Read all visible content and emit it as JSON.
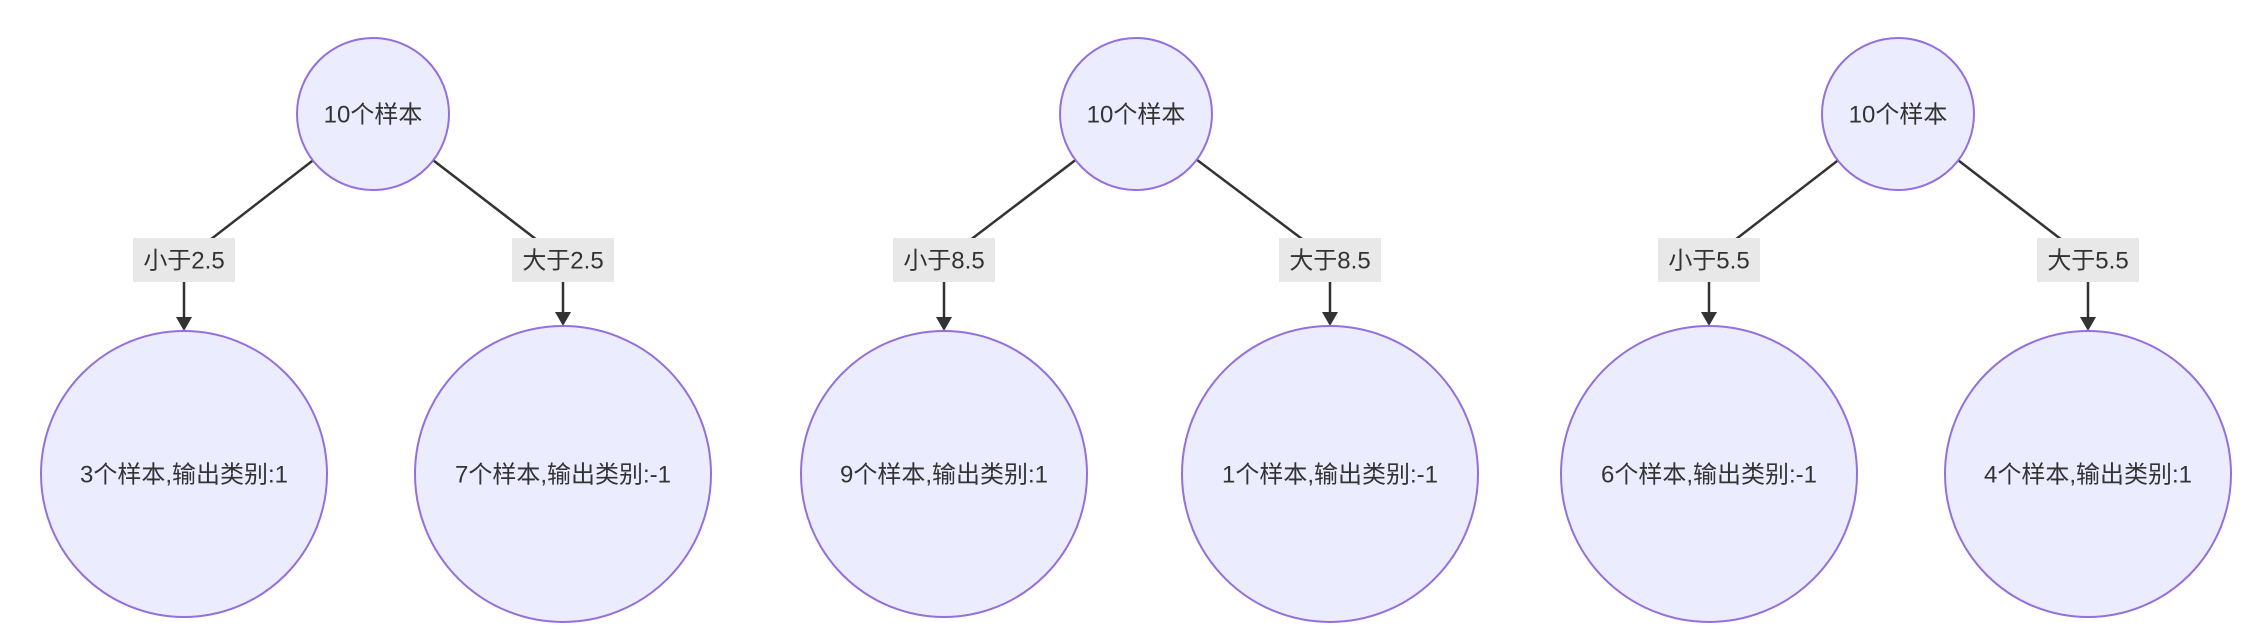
{
  "diagram": {
    "type": "decision-tree-forest",
    "background_color": "#ffffff",
    "node_fill_color": "#ececff",
    "node_stroke_color": "#9370db",
    "edge_line_color": "#333333",
    "text_color": "#333333",
    "edge_label_background_color": "#e8e8e8",
    "trees": [
      {
        "root_label": "10个样本",
        "branches": [
          {
            "edge_label": "小于2.5",
            "leaf_label": "3个样本,输出类别:1"
          },
          {
            "edge_label": "大于2.5",
            "leaf_label": "7个样本,输出类别:-1"
          }
        ]
      },
      {
        "root_label": "10个样本",
        "branches": [
          {
            "edge_label": "小于8.5",
            "leaf_label": "9个样本,输出类别:1"
          },
          {
            "edge_label": "大于8.5",
            "leaf_label": "1个样本,输出类别:-1"
          }
        ]
      },
      {
        "root_label": "10个样本",
        "branches": [
          {
            "edge_label": "小于5.5",
            "leaf_label": "6个样本,输出类别:-1"
          },
          {
            "edge_label": "大于5.5",
            "leaf_label": "4个样本,输出类别:1"
          }
        ]
      }
    ]
  }
}
